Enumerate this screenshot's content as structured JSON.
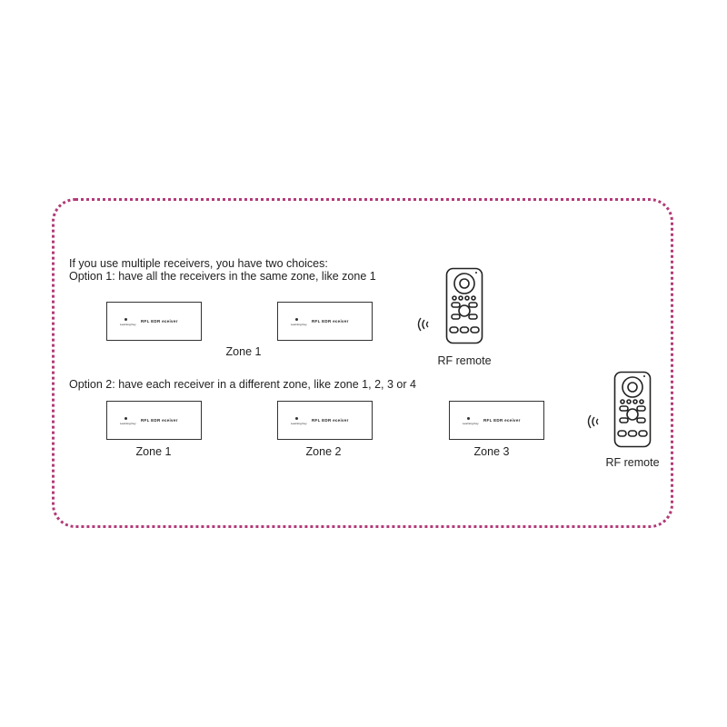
{
  "intro": "If you use multiple receivers, you have two choices:",
  "option1": "Option 1: have all the receivers in the same zone, like zone 1",
  "option2": "Option 2: have each receiver in a different zone, like zone 1, 2, 3 or 4",
  "receiver": {
    "name": "RFL EDR eceiver",
    "key": "Learning Key"
  },
  "zones": [
    "Zone 1",
    "Zone 2",
    "Zone 3"
  ],
  "remote_label": "RF remote",
  "colors": {
    "border": "#b23a78"
  }
}
